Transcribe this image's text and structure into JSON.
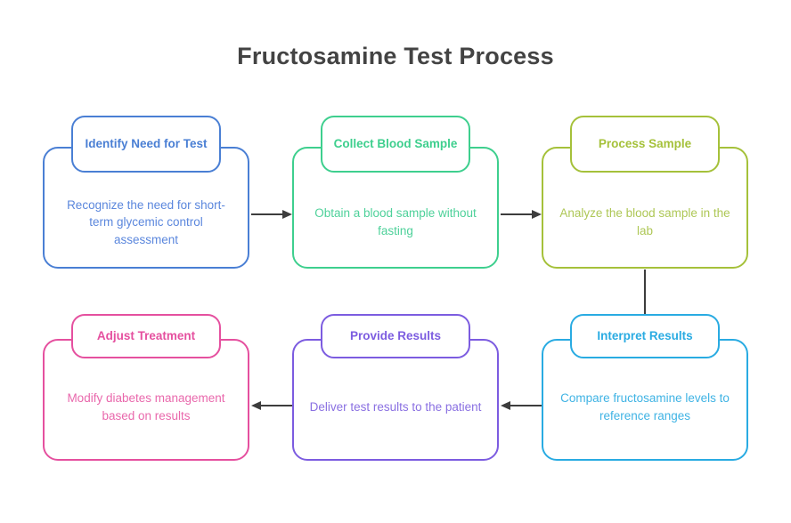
{
  "title": "Fructosamine Test Process",
  "title_color": "#434343",
  "background": "#ffffff",
  "arrow_color": "#3d3d3d",
  "nodes": [
    {
      "id": "identify-need-for-test",
      "header": "Identify Need for Test",
      "body": "Recognize the need for short-term glycemic control assessment",
      "color": "#4a7fd4",
      "body_color": "#5b87dd"
    },
    {
      "id": "collect-blood-sample",
      "header": "Collect Blood Sample",
      "body": "Obtain a blood sample without fasting",
      "color": "#3ecf8e",
      "body_color": "#4ed19a"
    },
    {
      "id": "process-sample",
      "header": "Process Sample",
      "body": "Analyze the blood sample in the lab",
      "color": "#a5c13a",
      "body_color": "#aec756"
    },
    {
      "id": "interpret-results",
      "header": "Interpret Results",
      "body": "Compare fructosamine levels to reference ranges",
      "color": "#29abe2",
      "body_color": "#3fb3e4"
    },
    {
      "id": "provide-results",
      "header": "Provide Results",
      "body": "Deliver test results to the patient",
      "color": "#7c5ce0",
      "body_color": "#8a70e2"
    },
    {
      "id": "adjust-treatment",
      "header": "Adjust Treatment",
      "body": "Modify diabetes management based on results",
      "color": "#e5509f",
      "body_color": "#e968ac"
    }
  ],
  "connectors": [
    {
      "id": "identify-to-collect",
      "direction": "right"
    },
    {
      "id": "collect-to-process",
      "direction": "right"
    },
    {
      "id": "process-to-interpret",
      "direction": "down"
    },
    {
      "id": "interpret-to-provide",
      "direction": "left"
    },
    {
      "id": "provide-to-adjust",
      "direction": "left"
    }
  ],
  "chart_data": {
    "type": "diagram",
    "subtype": "flowchart",
    "title": "Fructosamine Test Process",
    "layout": "2 rows x 3 columns, serpentine (left-to-right top row, right-to-left bottom row)",
    "steps": [
      {
        "order": 1,
        "name": "Identify Need for Test",
        "detail": "Recognize the need for short-term glycemic control assessment"
      },
      {
        "order": 2,
        "name": "Collect Blood Sample",
        "detail": "Obtain a blood sample without fasting"
      },
      {
        "order": 3,
        "name": "Process Sample",
        "detail": "Analyze the blood sample in the lab"
      },
      {
        "order": 4,
        "name": "Interpret Results",
        "detail": "Compare fructosamine levels to reference ranges"
      },
      {
        "order": 5,
        "name": "Provide Results",
        "detail": "Deliver test results to the patient"
      },
      {
        "order": 6,
        "name": "Adjust Treatment",
        "detail": "Modify diabetes management based on results"
      }
    ],
    "edges": [
      {
        "from": "Identify Need for Test",
        "to": "Collect Blood Sample"
      },
      {
        "from": "Collect Blood Sample",
        "to": "Process Sample"
      },
      {
        "from": "Process Sample",
        "to": "Interpret Results"
      },
      {
        "from": "Interpret Results",
        "to": "Provide Results"
      },
      {
        "from": "Provide Results",
        "to": "Adjust Treatment"
      }
    ]
  }
}
